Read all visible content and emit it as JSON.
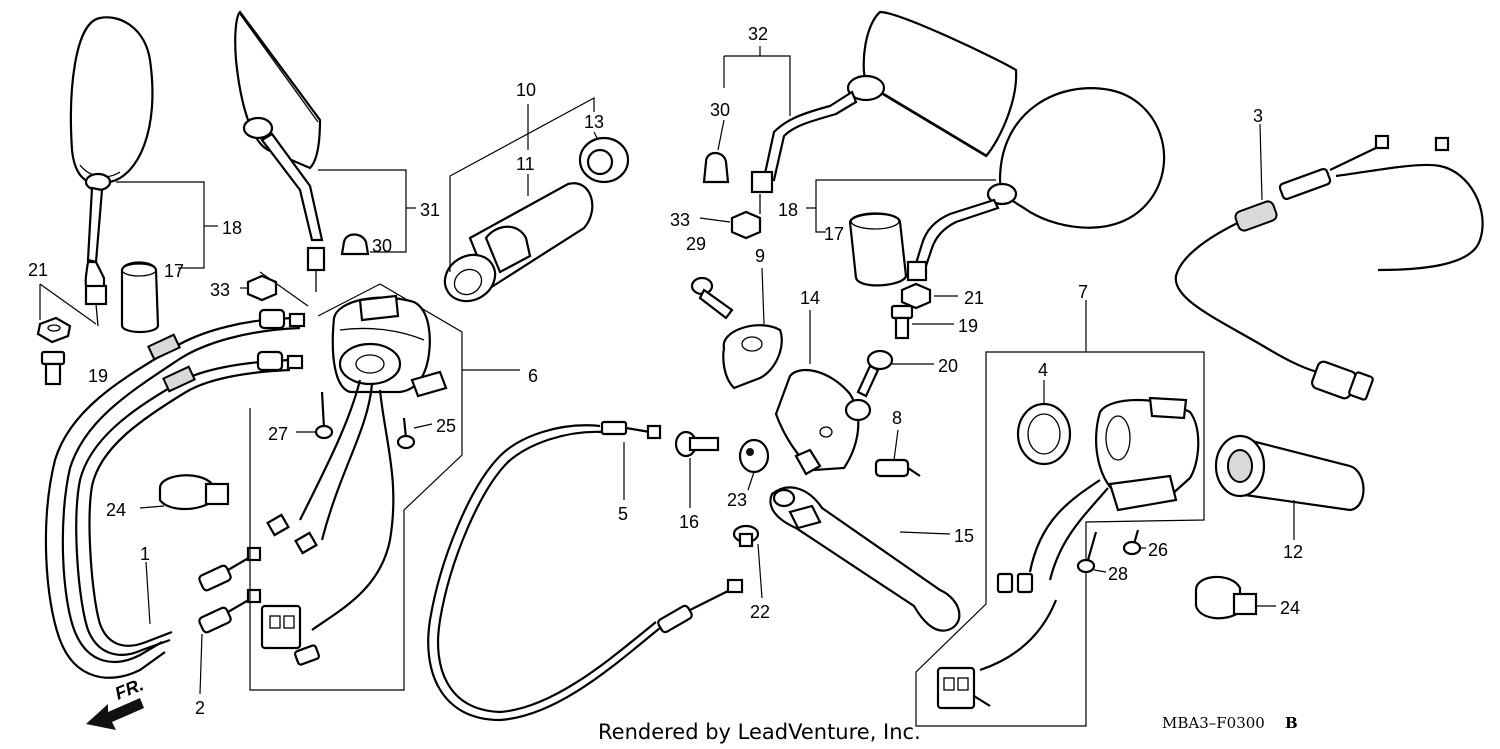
{
  "diagram": {
    "labels": [
      {
        "id": "1",
        "text": "1"
      },
      {
        "id": "2",
        "text": "2"
      },
      {
        "id": "3",
        "text": "3"
      },
      {
        "id": "4",
        "text": "4"
      },
      {
        "id": "5",
        "text": "5"
      },
      {
        "id": "6",
        "text": "6"
      },
      {
        "id": "7",
        "text": "7"
      },
      {
        "id": "8",
        "text": "8"
      },
      {
        "id": "9",
        "text": "9"
      },
      {
        "id": "10",
        "text": "10"
      },
      {
        "id": "11",
        "text": "11"
      },
      {
        "id": "12",
        "text": "12"
      },
      {
        "id": "13",
        "text": "13"
      },
      {
        "id": "14",
        "text": "14"
      },
      {
        "id": "15",
        "text": "15"
      },
      {
        "id": "16",
        "text": "16"
      },
      {
        "id": "17a",
        "text": "17"
      },
      {
        "id": "17b",
        "text": "17"
      },
      {
        "id": "18a",
        "text": "18"
      },
      {
        "id": "18b",
        "text": "18"
      },
      {
        "id": "19a",
        "text": "19"
      },
      {
        "id": "19b",
        "text": "19"
      },
      {
        "id": "20",
        "text": "20"
      },
      {
        "id": "21a",
        "text": "21"
      },
      {
        "id": "21b",
        "text": "21"
      },
      {
        "id": "22",
        "text": "22"
      },
      {
        "id": "23",
        "text": "23"
      },
      {
        "id": "24a",
        "text": "24"
      },
      {
        "id": "24b",
        "text": "24"
      },
      {
        "id": "25",
        "text": "25"
      },
      {
        "id": "26",
        "text": "26"
      },
      {
        "id": "27",
        "text": "27"
      },
      {
        "id": "28",
        "text": "28"
      },
      {
        "id": "29",
        "text": "29"
      },
      {
        "id": "30a",
        "text": "30"
      },
      {
        "id": "30b",
        "text": "30"
      },
      {
        "id": "31",
        "text": "31"
      },
      {
        "id": "32",
        "text": "32"
      },
      {
        "id": "33a",
        "text": "33"
      },
      {
        "id": "33b",
        "text": "33"
      }
    ],
    "front_indicator": "FR.",
    "credit": "Rendered by LeadVenture, Inc.",
    "diagram_code": "MBA3–F0300",
    "diagram_code_suffix": "B"
  }
}
